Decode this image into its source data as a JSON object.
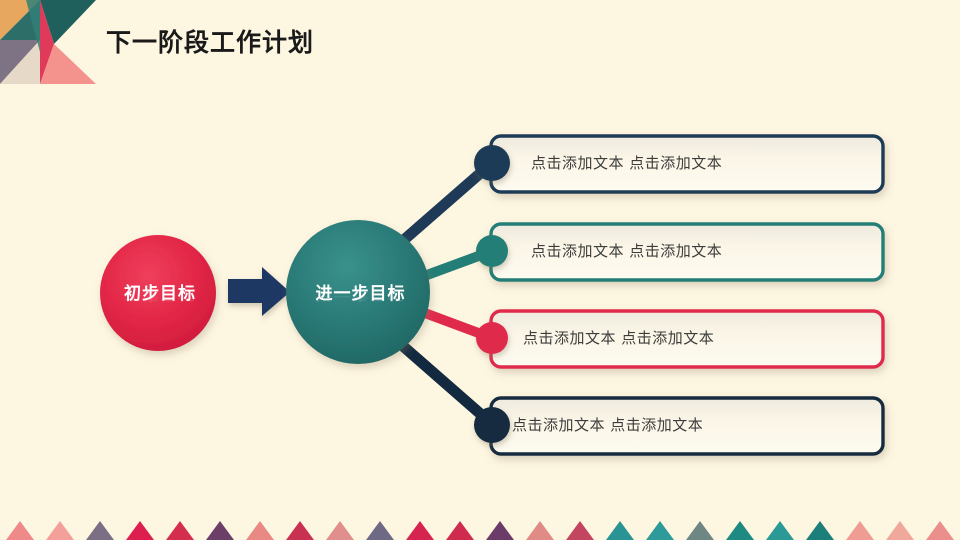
{
  "slide": {
    "title": "下一阶段工作计划",
    "background_color": "#fdf6e1"
  },
  "nodes": {
    "start": {
      "label": "初步目标",
      "color": "#e32747"
    },
    "next": {
      "label": "进一步目标",
      "color": "#2a7a77"
    },
    "arrow_color": "#1f3864"
  },
  "items": [
    {
      "text": "点击添加文本 点击添加文本",
      "color": "#1f3a57",
      "dot_color": "#1f3a57"
    },
    {
      "text": "点击添加文本 点击添加文本",
      "color": "#227e76",
      "dot_color": "#227e76"
    },
    {
      "text": "点击添加文本 点击添加文本",
      "color": "#e02a4c",
      "dot_color": "#e02a4c"
    },
    {
      "text": "点击添加文本 点击添加文本",
      "color": "#12293f",
      "dot_color": "#12293f"
    }
  ],
  "decorations": {
    "corner_colors": [
      "#e8a75e",
      "#2d6e68",
      "#1f6b63",
      "#e03a5a",
      "#f4938e",
      "#7d7384",
      "#1e6b66"
    ],
    "bottom_strip_colors": [
      "#ef8a8a",
      "#f2a099",
      "#7a6f84",
      "#dc1f4e",
      "#d42e4e",
      "#6b3f68",
      "#e98984",
      "#c83152",
      "#e08f8c",
      "#6e6a86",
      "#d52450",
      "#cf2b4f",
      "#6b3c69",
      "#e08b86",
      "#c4455f",
      "#2a9494",
      "#2f9a9a",
      "#6f8784",
      "#1f8a84",
      "#2b9a96",
      "#1c7f7c",
      "#ef9d94",
      "#f0a79c",
      "#ea8f8b"
    ]
  }
}
